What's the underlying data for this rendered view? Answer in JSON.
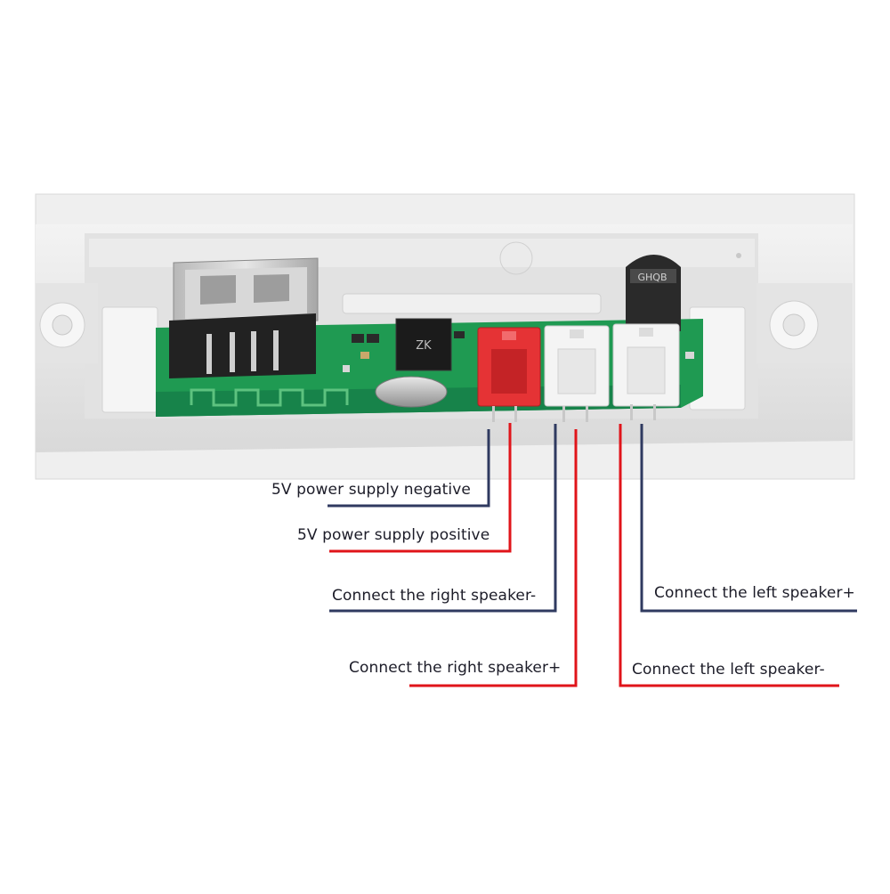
{
  "labels": {
    "power_negative": "5V power supply negative",
    "power_positive": "5V power supply positive",
    "right_speaker_minus": "Connect the right speaker-",
    "right_speaker_plus": "Connect the right speaker+",
    "left_speaker_plus": "Connect the left speaker+",
    "left_speaker_minus": "Connect the left speaker-"
  },
  "component_markings": {
    "ic_text": "ZK",
    "sensor_text": "GHQB"
  },
  "colors": {
    "negative_wire": "#2f3a60",
    "positive_wire": "#e0141a",
    "pcb_green": "#1f9a52",
    "red_connector": "#e53335",
    "white_connector": "#f4f4f4"
  }
}
